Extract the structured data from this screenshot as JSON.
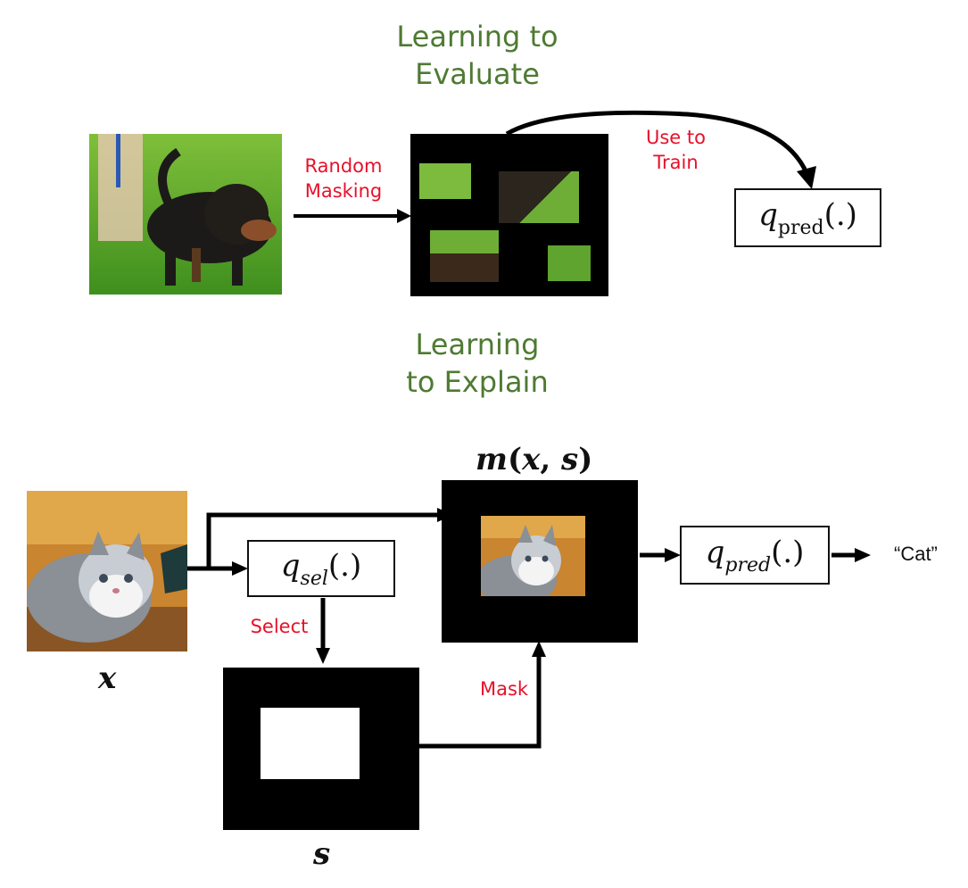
{
  "top": {
    "title": "Learning to Evaluate",
    "title_line1": "Learning to",
    "title_line2": "Evaluate",
    "random_masking_line1": "Random",
    "random_masking_line2": "Masking",
    "use_to_train_line1": "Use to",
    "use_to_train_line2": "Train",
    "q_pred": {
      "symbol": "q",
      "subscript": "pred",
      "arg": "(.)"
    }
  },
  "bottom": {
    "title_line1": "Learning",
    "title_line2": "to Explain",
    "mask_title": {
      "m": "m",
      "open": "(",
      "x": "x",
      "comma": ", ",
      "s": "s",
      "close": ")"
    },
    "x_label": "x",
    "s_label": "s",
    "q_sel": {
      "symbol": "q",
      "subscript": "sel",
      "arg": "(.)"
    },
    "q_pred": {
      "symbol": "q",
      "subscript": "pred",
      "arg": "(.)"
    },
    "select_label": "Select",
    "mask_label": "Mask",
    "output_label": "“Cat”"
  },
  "colors": {
    "green_title": "#4e7a32",
    "red_label": "#e8102a",
    "mask_black": "#000000"
  },
  "icons": {
    "dog_photo": "dog-photo",
    "cat_photo": "cat-photo"
  }
}
